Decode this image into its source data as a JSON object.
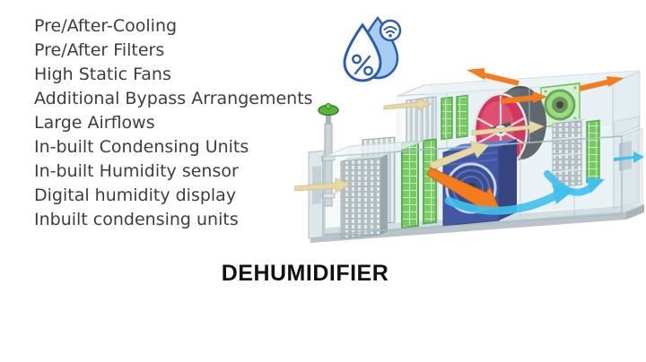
{
  "title": {
    "label": "DEHUMIDIFIER"
  },
  "features": {
    "items": [
      "Pre/After-Cooling",
      "Pre/After Filters",
      "High Static Fans",
      "Additional Bypass Arrangements",
      "Large Airflows",
      "In-built Condensing Units",
      "In-built Humidity sensor",
      "Digital humidity display",
      "Inbuilt condensing units"
    ]
  },
  "icon": {
    "name": "humidity-drops-wifi-icon"
  },
  "colors": {
    "background": "#ffffff",
    "feature_text": "#3d3d3d",
    "title_text": "#111111",
    "icon_blue": "#2b5fad",
    "icon_light_blue": "#a9cdf2"
  },
  "illustration": {
    "name": "dehumidifier-air-handling-unit-cutaway",
    "colors": {
      "housing": "#dce9ed",
      "housing_edge": "#a9bcc4",
      "filter_green": "#62c63f",
      "coil_gray": "#aeb6bb",
      "blower_blue": "#243a96",
      "wheel_red": "#d5103f",
      "fan_green": "#8fd96a",
      "valve_green": "#54b73a",
      "arrow_orange": "#f47c20",
      "arrow_cyan": "#3fc0ee",
      "arrow_tan": "#e7d9a6"
    }
  }
}
